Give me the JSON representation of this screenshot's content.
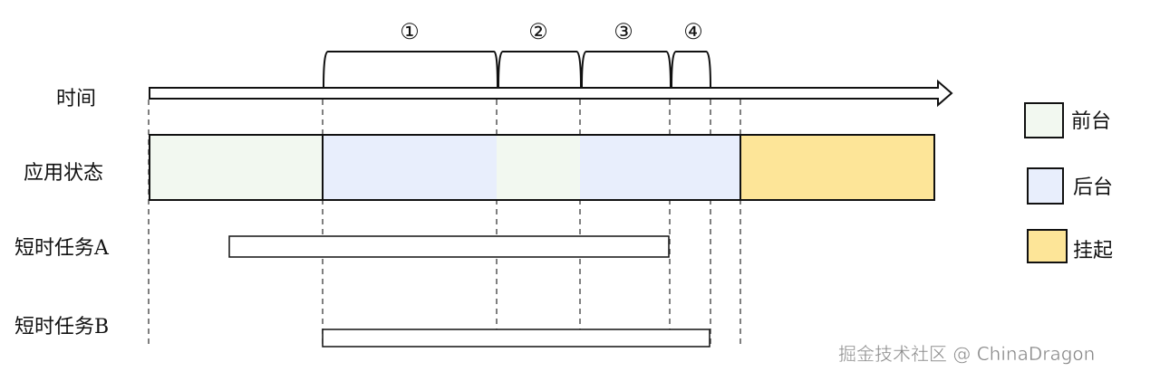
{
  "row_labels": {
    "time": "时间",
    "app_state": "应用状态",
    "task_a": "短时任务A",
    "task_b": "短时任务B"
  },
  "phases": [
    "①",
    "②",
    "③",
    "④"
  ],
  "legend": [
    {
      "label": "前台",
      "color": "#f2f8f0"
    },
    {
      "label": "后台",
      "color": "#e8eefc"
    },
    {
      "label": "挂起",
      "color": "#fde598"
    }
  ],
  "watermark": "掘金技术社区 @ ChinaDragon"
}
